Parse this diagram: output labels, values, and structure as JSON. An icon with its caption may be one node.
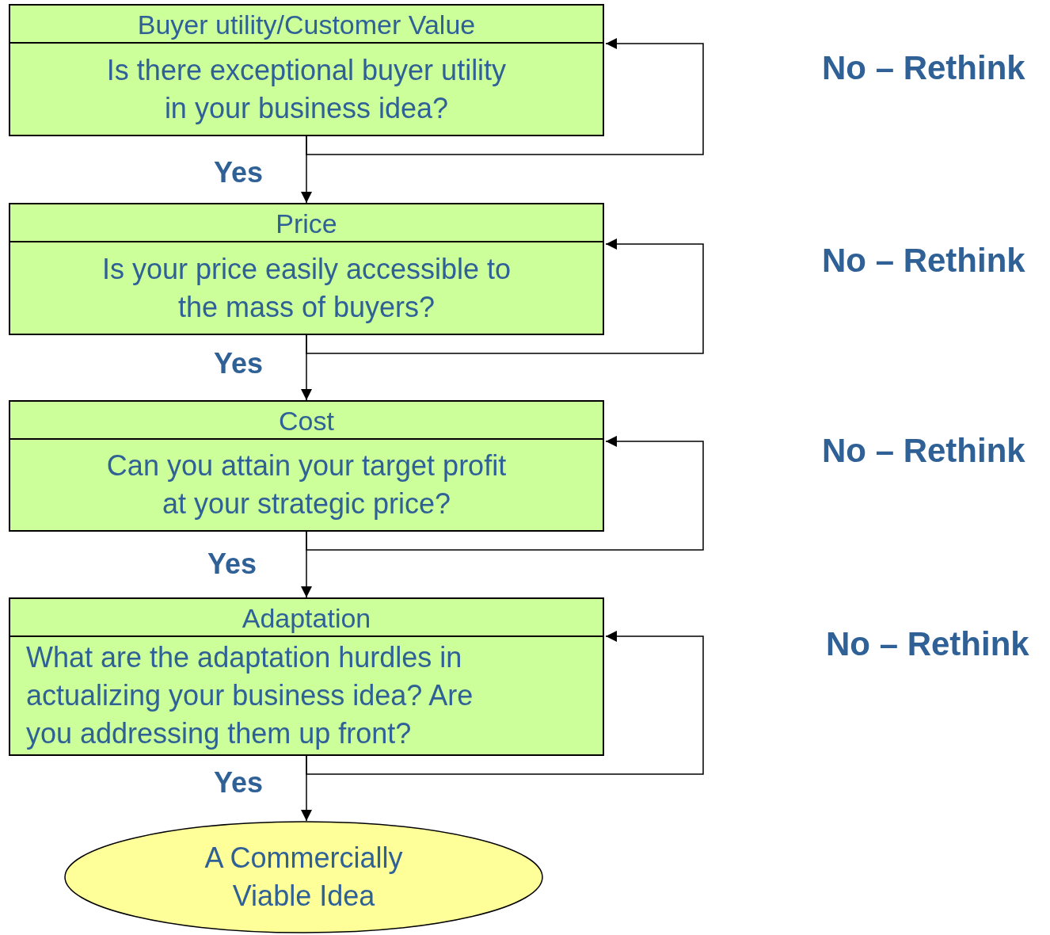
{
  "diagram": {
    "nodes": [
      {
        "text": [
          "Buyer utility/Customer Value",
          "Is there exceptional buyer utility in your business idea?"
        ]
      },
      {
        "text": [
          "Price",
          "Is your price easily accessible to the mass of buyers?"
        ]
      },
      {
        "text": [
          "Cost",
          "Can you attain your target profit at your strategic price?"
        ]
      },
      {
        "text": [
          "Adaptation",
          "What are the adaptation hurdles in actualizing your business idea? Are you addressing them up front?"
        ]
      },
      {
        "text": [
          "A Commercially Viable Idea"
        ]
      }
    ],
    "edges": [
      {
        "from": 0,
        "to": 1,
        "arrow": "to",
        "label": "Yes"
      },
      {
        "from": 0,
        "to": 0,
        "arrow": "to"
      },
      {
        "from": 1,
        "to": 2,
        "arrow": "to",
        "label": "Yes"
      },
      {
        "from": 1,
        "to": 1,
        "arrow": "to"
      },
      {
        "from": 2,
        "to": 3,
        "arrow": "to",
        "label": "Yes"
      },
      {
        "from": 2,
        "to": 2,
        "arrow": "to"
      },
      {
        "from": 3,
        "to": 4,
        "arrow": "to",
        "label": "Yes"
      },
      {
        "from": 3,
        "to": 3,
        "arrow": "to"
      }
    ],
    "labels": [
      "No – Rethink",
      "No – Rethink",
      "No – Rethink",
      "No – Rethink"
    ]
  }
}
